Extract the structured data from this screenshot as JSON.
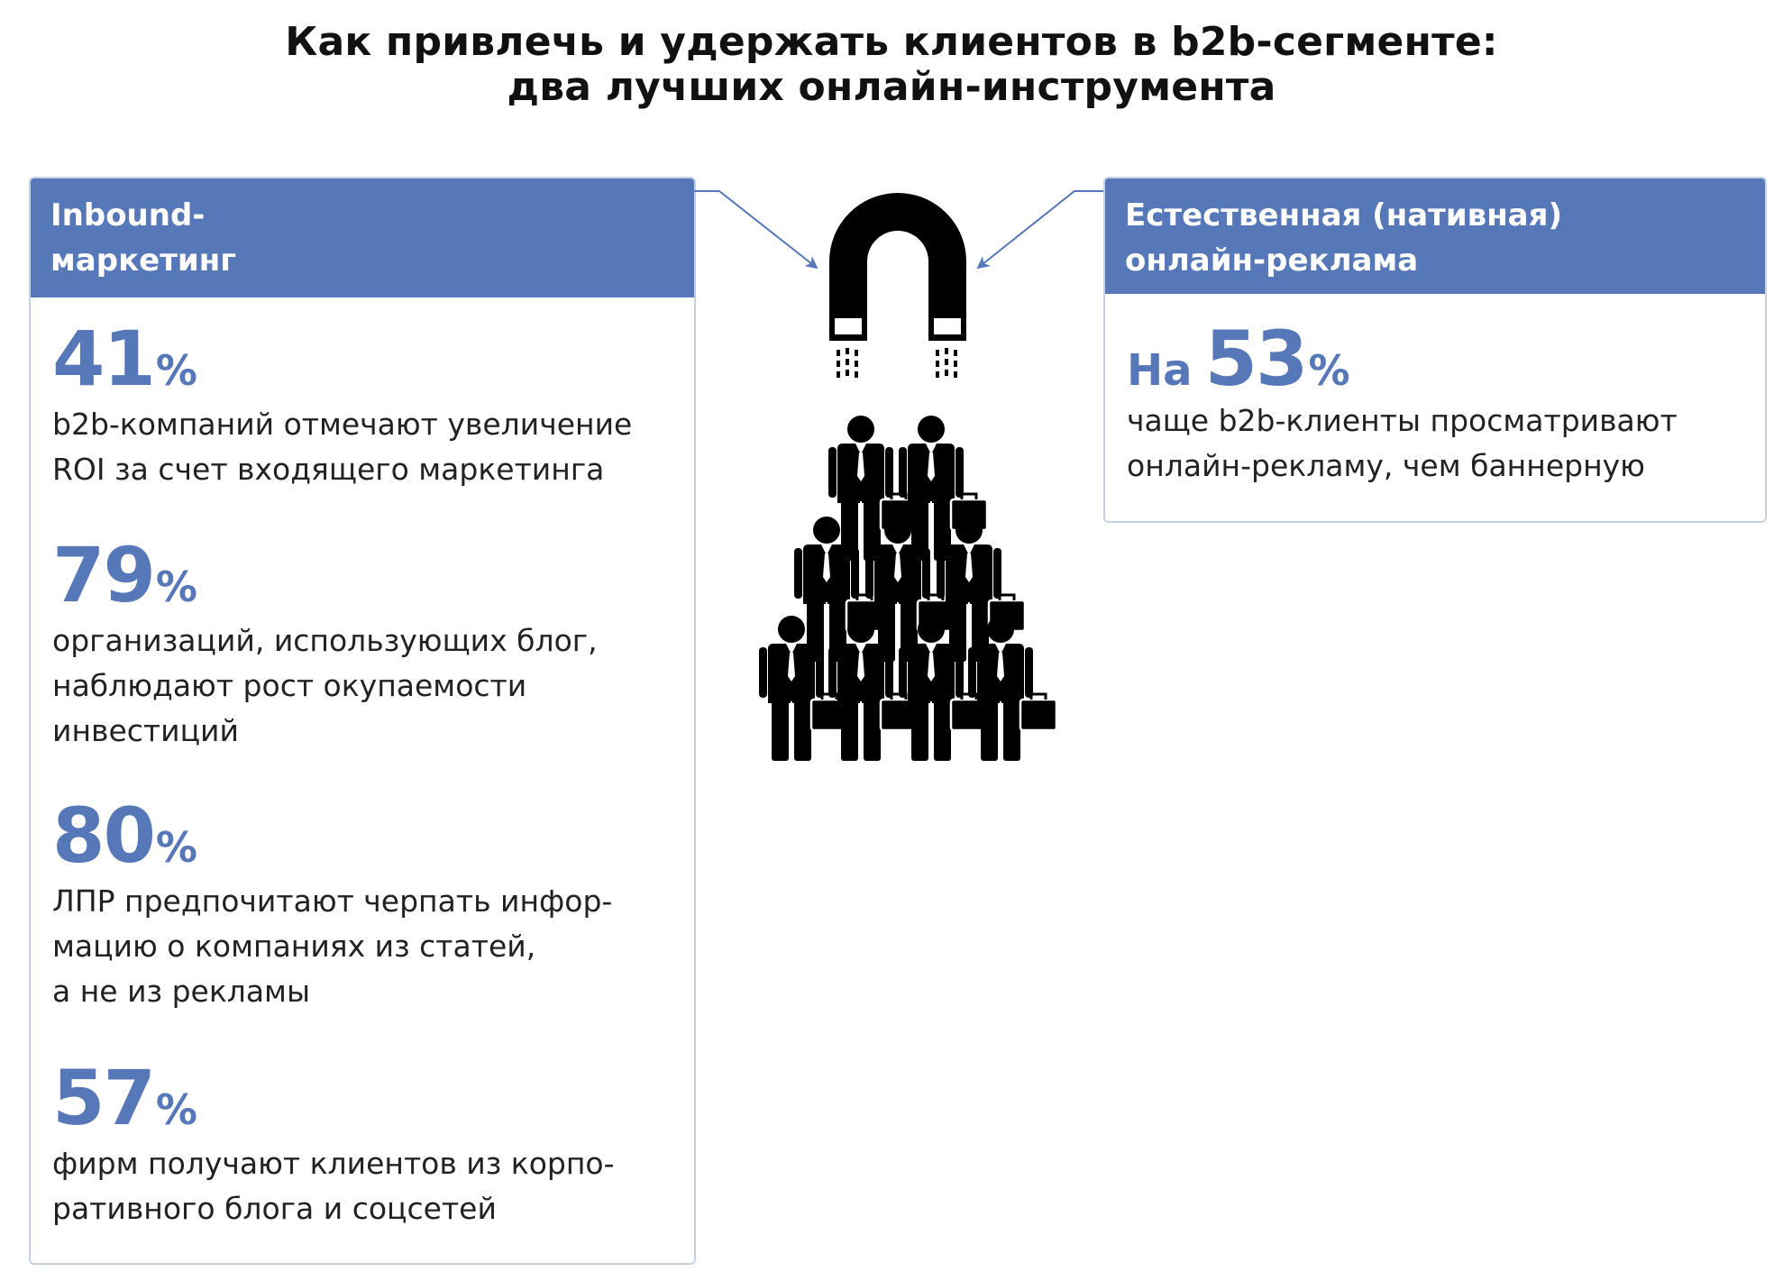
{
  "title": {
    "line1": "Как привлечь и удержать клиентов в b2b-сегменте:",
    "line2": "два лучших онлайн-инструмента"
  },
  "inbound": {
    "header_line1": "Inbound-",
    "header_line2": "маркетинг",
    "stats": [
      {
        "value": "41",
        "unit": "%",
        "lines": [
          "b2b-компаний отмечают увеличение",
          "ROI за счет входящего маркетинга"
        ]
      },
      {
        "value": "79",
        "unit": "%",
        "lines": [
          "организаций, использующих блог,",
          "наблюдают рост окупаемости",
          "инвестиций"
        ]
      },
      {
        "value": "80",
        "unit": "%",
        "lines": [
          "ЛПР предпочитают черпать инфор-",
          "мацию о компаниях из статей,",
          "а не из рекламы"
        ]
      },
      {
        "value": "57",
        "unit": "%",
        "lines": [
          "фирм получают клиентов из корпо-",
          "ративного блога и соцсетей"
        ]
      }
    ]
  },
  "native": {
    "header_line1": "Естественная (нативная)",
    "header_line2": "онлайн-реклама",
    "stat": {
      "prefix": "На",
      "value": "53",
      "unit": "%",
      "lines": [
        "чаще b2b-клиенты просматривают",
        "онлайн-рекламу, чем баннерную"
      ]
    }
  },
  "colors": {
    "accent": "#5677b8",
    "border": "#c6d0e3",
    "icon": "#000000"
  },
  "icons": [
    "magnet-icon",
    "business-people-crowd-icon",
    "arrow-icon"
  ]
}
